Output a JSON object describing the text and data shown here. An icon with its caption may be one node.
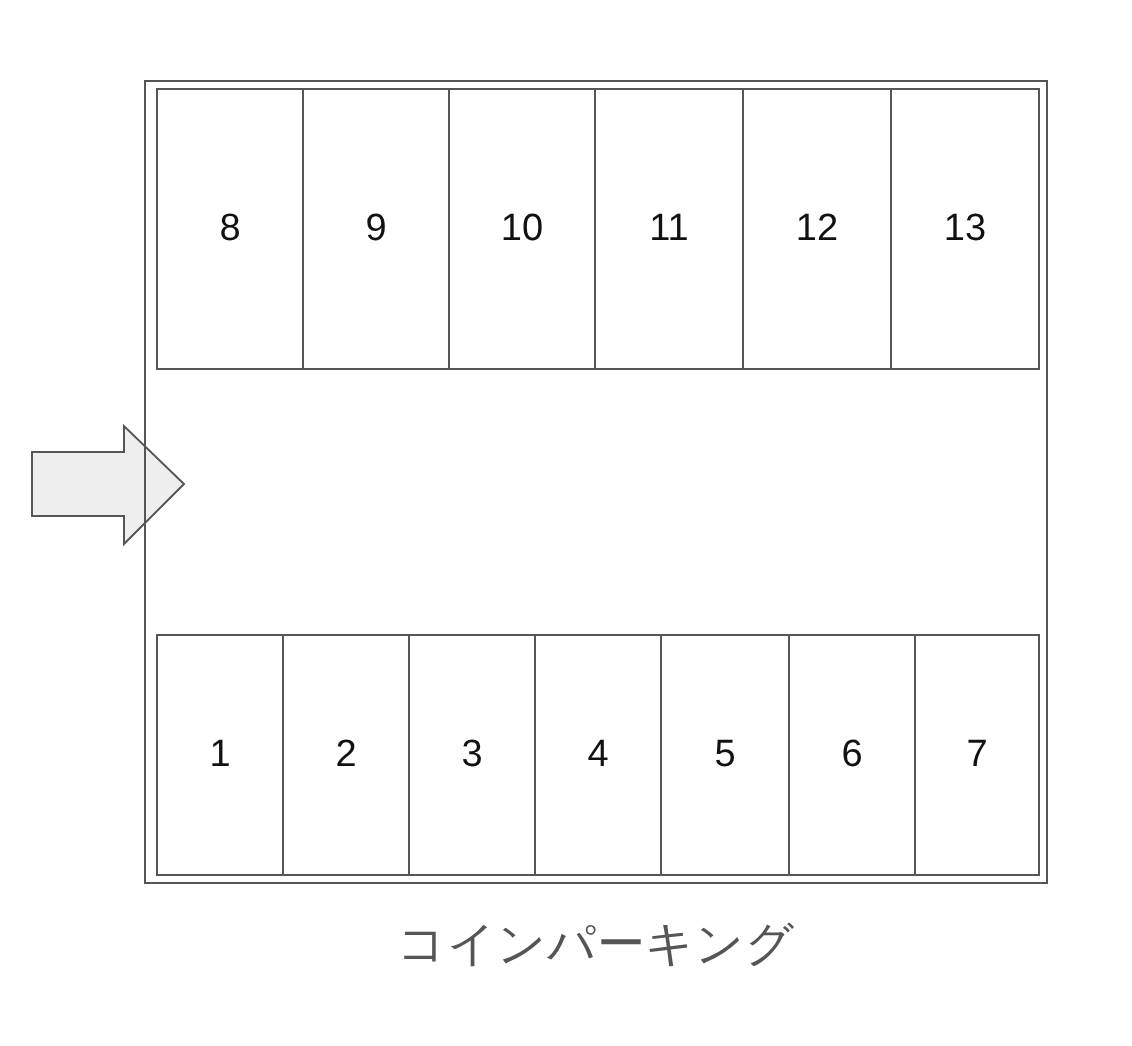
{
  "diagram": {
    "nodes": [
      {
        "text": [],
        "shape": "box",
        "beside": [
          "コインパーキング"
        ]
      },
      {
        "text": [
          "8"
        ],
        "in": 0
      },
      {
        "text": [
          "9"
        ],
        "in": 0
      },
      {
        "text": [
          "10"
        ],
        "in": 0
      },
      {
        "text": [
          "11"
        ],
        "in": 0
      },
      {
        "text": [
          "12"
        ],
        "in": 0
      },
      {
        "text": [
          "13"
        ],
        "in": 0
      },
      {
        "text": [
          "1"
        ],
        "in": 0
      },
      {
        "text": [
          "2"
        ],
        "in": 0
      },
      {
        "text": [
          "3"
        ],
        "in": 0
      },
      {
        "text": [
          "4"
        ],
        "in": 0
      },
      {
        "text": [
          "5"
        ],
        "in": 0
      },
      {
        "text": [
          "6"
        ],
        "in": 0
      },
      {
        "text": [
          "7"
        ],
        "in": 0
      }
    ]
  }
}
